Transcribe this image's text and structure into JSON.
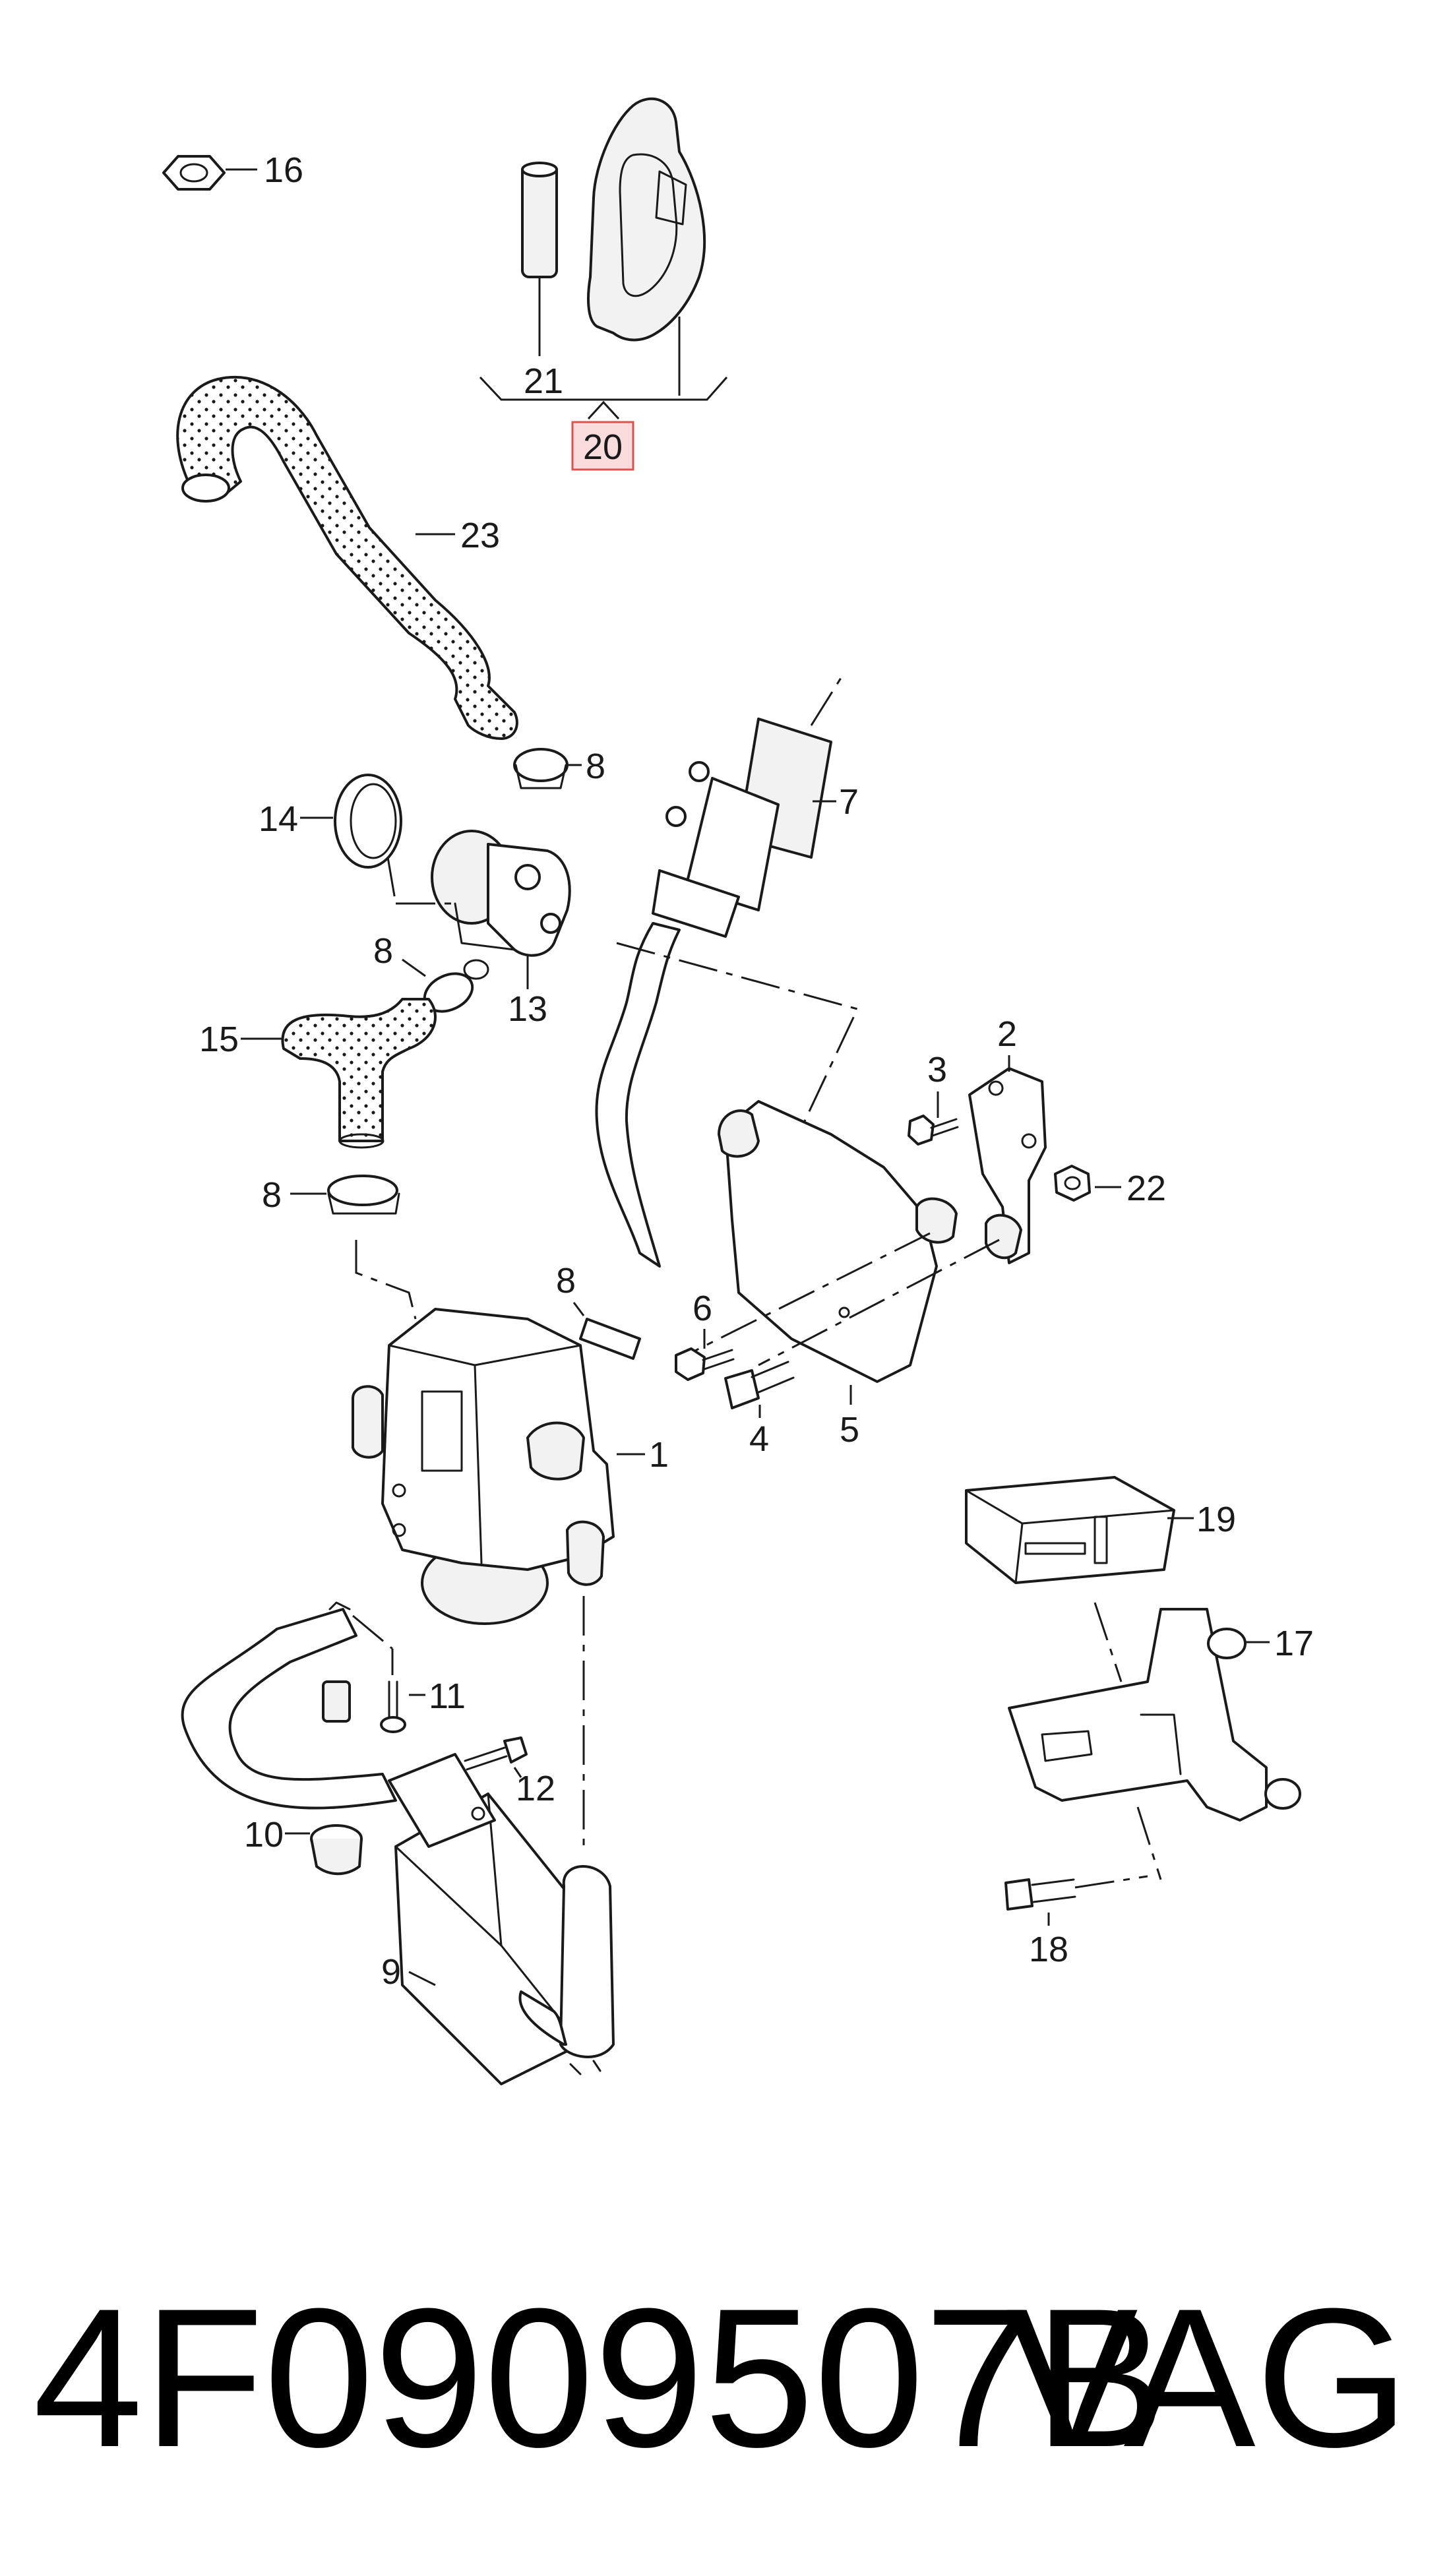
{
  "callouts": {
    "c1": "1",
    "c2": "2",
    "c3": "3",
    "c4": "4",
    "c5": "5",
    "c6": "6",
    "c7": "7",
    "c8": "8",
    "c9": "9",
    "c10": "10",
    "c11": "11",
    "c12": "12",
    "c13": "13",
    "c14": "14",
    "c15": "15",
    "c16": "16",
    "c17": "17",
    "c18": "18",
    "c19": "19",
    "c20": "20",
    "c21": "21",
    "c22": "22",
    "c23": "23"
  },
  "caption": {
    "part_number": "4F0909507B",
    "brand": "VAG"
  },
  "colors": {
    "highlight_fill": "#fbdcdc",
    "highlight_stroke": "#d9534f",
    "line": "#1a1a1a"
  }
}
